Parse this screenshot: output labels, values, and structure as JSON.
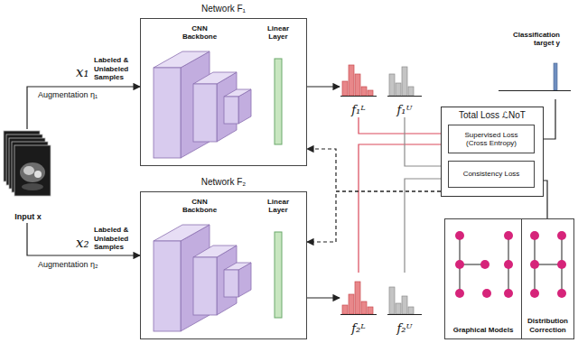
{
  "diagram": {
    "nodes": [
      {
        "text": [
          "Input x"
        ]
      },
      {
        "text": [
          "Network F₁"
        ]
      },
      {
        "text": [
          "CNN Backbone"
        ],
        "in": 1
      },
      {
        "text": [
          "Linear Layer"
        ],
        "in": 1
      },
      {
        "text": [
          "Network F₂"
        ]
      },
      {
        "text": [
          "CNN Backbone"
        ],
        "in": 4
      },
      {
        "text": [
          "Linear Layer"
        ],
        "in": 4
      },
      {
        "text": [
          "f₁ᴸ"
        ]
      },
      {
        "text": [
          "f₁ᵁ"
        ]
      },
      {
        "text": [
          "Classification target y"
        ]
      },
      {
        "text": [
          "Total Loss ℒNoT"
        ]
      },
      {
        "text": [
          "Supervised Loss (Cross Entropy)"
        ],
        "in": 10
      },
      {
        "text": [
          "Consistency Loss"
        ],
        "in": 10
      },
      {
        "text": [
          "f₂ᴸ"
        ]
      },
      {
        "text": [
          "f₂ᵁ"
        ]
      },
      {
        "text": [
          "Graphical Models"
        ]
      },
      {
        "text": [
          "Distribution Correction"
        ]
      }
    ],
    "edges": [
      {
        "from": 0,
        "to": 1,
        "arrow": "to",
        "label": "Augmentation η₁"
      },
      {
        "from": 0,
        "to": 4,
        "arrow": "to",
        "label": "Augmentation η₂"
      },
      {
        "from": 1,
        "to": 7,
        "arrow": "to"
      },
      {
        "from": 4,
        "to": 13,
        "arrow": "to"
      },
      {
        "from": 7,
        "to": 11,
        "arrow": "to"
      },
      {
        "from": 13,
        "to": 11,
        "arrow": "to"
      },
      {
        "from": 8,
        "to": 12,
        "arrow": "to"
      },
      {
        "from": 14,
        "to": 12,
        "arrow": "to"
      },
      {
        "from": 9,
        "to": 11,
        "arrow": "to"
      },
      {
        "from": 16,
        "to": 12,
        "arrow": "to"
      },
      {
        "from": 10,
        "to": 1,
        "arrow": "to"
      },
      {
        "from": 10,
        "to": 4,
        "arrow": "to"
      }
    ],
    "labels": [
      "x₁",
      "Labeled & Unlabeled Samples",
      "x₂",
      "Labeled & Unlabeled Samples"
    ]
  }
}
